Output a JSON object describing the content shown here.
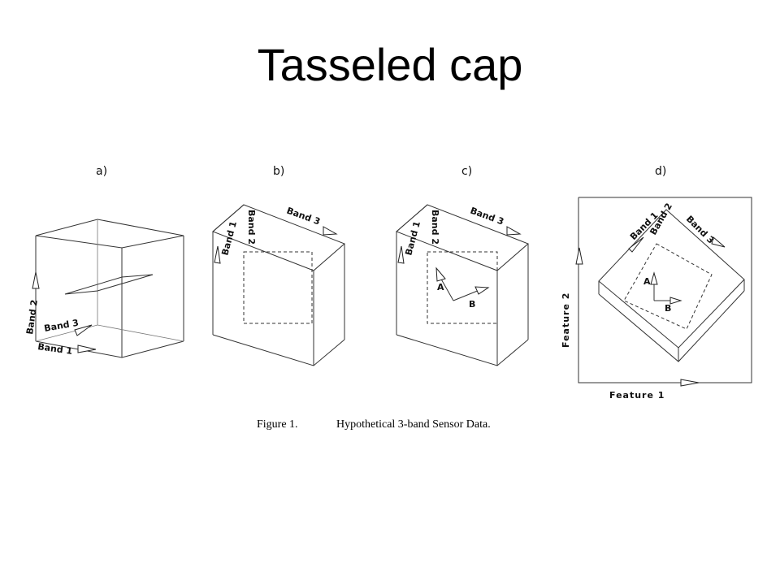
{
  "slide": {
    "title": "Tasseled cap"
  },
  "figure": {
    "panels": [
      {
        "label": "a)",
        "axes": [
          "Band 1",
          "Band 2",
          "Band 3"
        ]
      },
      {
        "label": "b)",
        "axes": [
          "Band 1",
          "Band 2",
          "Band 3"
        ]
      },
      {
        "label": "c)",
        "axes": [
          "Band 1",
          "Band 2",
          "Band 3"
        ],
        "vectors": [
          "A",
          "B"
        ]
      },
      {
        "label": "d)",
        "axes": [
          "Band 1",
          "Band 2",
          "Band 3"
        ],
        "vectors": [
          "A",
          "B"
        ],
        "features": [
          "Feature 1",
          "Feature 2"
        ]
      }
    ],
    "caption": {
      "number": "Figure 1.",
      "text": "Hypothetical 3-band Sensor Data."
    }
  }
}
